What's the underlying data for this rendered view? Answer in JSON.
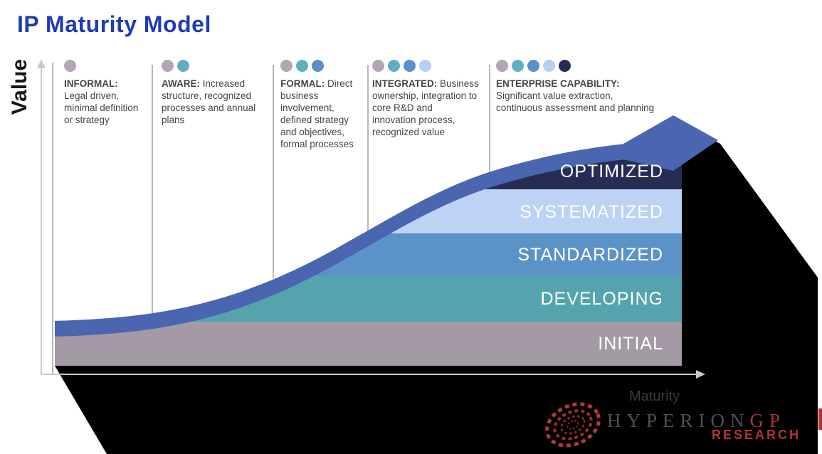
{
  "title": "IP Maturity Model",
  "axes": {
    "y_label": "Value",
    "x_label": "Maturity"
  },
  "stages": [
    {
      "label": "INFORMAL:",
      "description": "Legal driven, minimal definition or strategy",
      "dots": 1
    },
    {
      "label": "AWARE:",
      "description": "Increased structure, recognized processes and annual plans",
      "dots": 2
    },
    {
      "label": "FORMAL:",
      "description": "Direct business involvement, defined strategy and objectives, formal processes",
      "dots": 3
    },
    {
      "label": "INTEGRATED:",
      "description": "Business ownership, integration to core R&D and innovation process, recognized value",
      "dots": 4
    },
    {
      "label": "ENTERPRISE CAPABILITY:",
      "description": "Significant value extraction, continuous assessment and planning",
      "dots": 5
    }
  ],
  "bands": [
    {
      "label": "OPTIMIZED",
      "color": "#272c55"
    },
    {
      "label": "SYSTEMATIZED",
      "color": "#bdd3f5"
    },
    {
      "label": "STANDARDIZED",
      "color": "#5b93c9"
    },
    {
      "label": "DEVELOPING",
      "color": "#55a4ad"
    },
    {
      "label": "INITIAL",
      "color": "#a49aa6"
    }
  ],
  "dot_colors": [
    "#b2a5b4",
    "#5fb0bf",
    "#5b90c8",
    "#b9cff2",
    "#272c55"
  ],
  "logo": {
    "brand": "HYPERION",
    "brand_suffix": "GP",
    "tagline": "RESEARCH"
  },
  "colors": {
    "title": "#1e3cb4",
    "swoosh_arrow": "#4a66b0",
    "shadow": "#000000",
    "axis": "#c7cacd",
    "separator": "#b6b6ba",
    "stage_text": "#45454d",
    "logo_red": "#b23434"
  }
}
